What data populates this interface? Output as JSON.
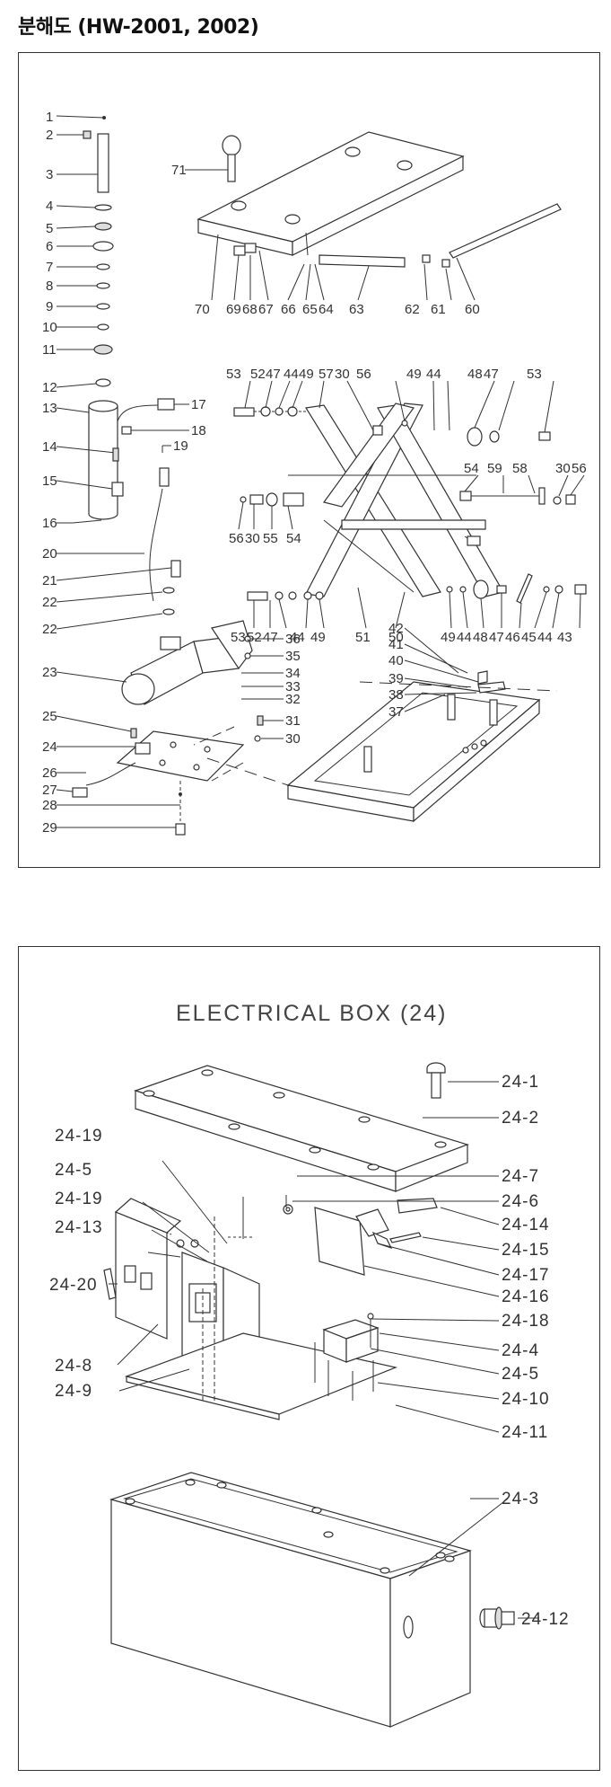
{
  "title": "분해도 (HW-2001, 2002)",
  "diagram1": {
    "labels": {
      "p1": "1",
      "p2": "2",
      "p3": "3",
      "p4": "4",
      "p5": "5",
      "p6": "6",
      "p7": "7",
      "p8": "8",
      "p9": "9",
      "p10": "10",
      "p11": "11",
      "p12": "12",
      "p13": "13",
      "p14": "14",
      "p15": "15",
      "p16": "16",
      "p17": "17",
      "p18": "18",
      "p19": "19",
      "p20": "20",
      "p21": "21",
      "p22a": "22",
      "p22b": "22",
      "p23": "23",
      "p24": "24",
      "p25": "25",
      "p26": "26",
      "p27": "27",
      "p28": "28",
      "p29": "29",
      "p30": "30",
      "p31": "31",
      "p32": "32",
      "p33": "33",
      "p34": "34",
      "p35": "35",
      "p36": "36",
      "p37": "37",
      "p38": "38",
      "p39": "39",
      "p40": "40",
      "p41": "41",
      "p42": "42",
      "p71": "71",
      "row70": "70",
      "row69": "69",
      "row68": "68",
      "row67": "67",
      "row66": "66",
      "row65": "65",
      "row64": "64",
      "row63": "63",
      "row62": "62",
      "row61": "61",
      "row60": "60",
      "top53a": "53",
      "top52": "52",
      "top47": "47",
      "top44": "44",
      "top49": "49",
      "top57": "57",
      "top30": "30",
      "top56": "56",
      "top49b": "49",
      "top44b": "44",
      "top48": "48",
      "top47b": "47",
      "top53b": "53",
      "mid54": "54",
      "mid59": "59",
      "mid58": "58",
      "mid30": "30",
      "mid56": "56",
      "left56": "56",
      "left30": "30",
      "left55": "55",
      "left54": "54",
      "bot53": "53",
      "bot52": "52",
      "bot47": "47",
      "bot44": "44",
      "bot49": "49",
      "bot51": "51",
      "bot50": "50",
      "bot49b": "49",
      "bot44b": "44",
      "bot48": "48",
      "bot47b": "47",
      "bot46": "46",
      "bot45": "45",
      "bot44c": "44",
      "bot43": "43"
    }
  },
  "diagram2": {
    "title": "ELECTRICAL BOX (24)",
    "labels": {
      "e1": "24-1",
      "e2": "24-2",
      "e19a": "24-19",
      "e5a": "24-5",
      "e19b": "24-19",
      "e13": "24-13",
      "e20": "24-20",
      "e8": "24-8",
      "e9": "24-9",
      "e7": "24-7",
      "e6": "24-6",
      "e14": "24-14",
      "e15": "24-15",
      "e17": "24-17",
      "e16": "24-16",
      "e18": "24-18",
      "e4": "24-4",
      "e5b": "24-5",
      "e10": "24-10",
      "e11": "24-11",
      "e3": "24-3",
      "e12": "24-12"
    }
  }
}
